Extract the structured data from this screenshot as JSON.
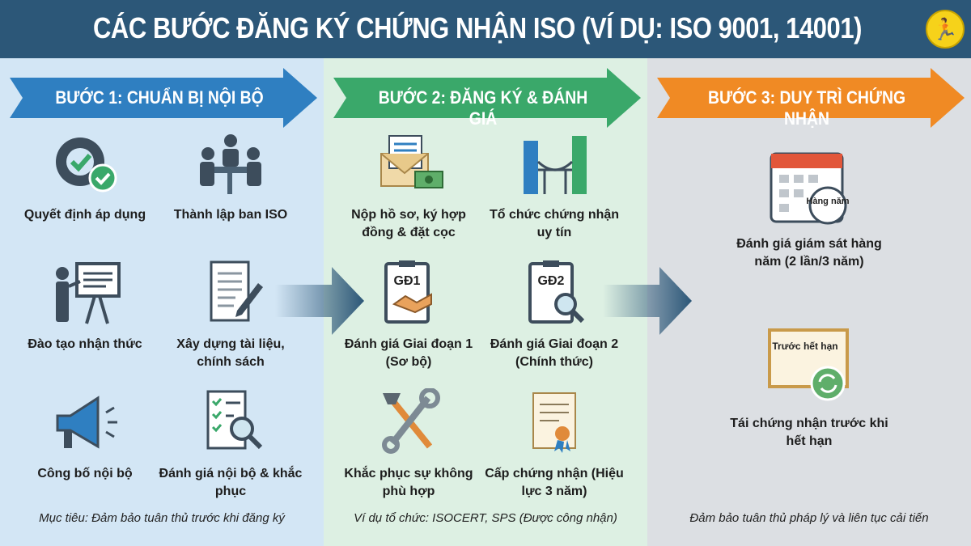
{
  "header": {
    "title": "CÁC BƯỚC ĐĂNG KÝ CHỨNG NHẬN ISO (VÍ DỤ: ISO 9001, 14001)",
    "logo_icon": "running-man-logo"
  },
  "colors": {
    "header": "#2c5778",
    "step1": "#2f7fc1",
    "step2": "#3aa86a",
    "step3": "#f08a24"
  },
  "steps": [
    {
      "title": "BƯỚC 1: CHUẨN BỊ NỘI BỘ",
      "items": [
        {
          "label": "Quyết định áp dụng",
          "icon": "gear-check-icon"
        },
        {
          "label": "Thành lập ban ISO",
          "icon": "meeting-icon"
        },
        {
          "label": "Đào tạo nhận thức",
          "icon": "presentation-icon"
        },
        {
          "label": "Xây dựng tài liệu, chính sách",
          "icon": "document-pen-icon"
        },
        {
          "label": "Công bố nội bộ",
          "icon": "megaphone-icon"
        },
        {
          "label": "Đánh giá nội bộ & khắc phục",
          "icon": "checklist-magnifier-icon"
        }
      ],
      "footer": "Mục tiêu: Đảm bảo tuân thủ trước khi đăng ký"
    },
    {
      "title": "BƯỚC 2: ĐĂNG KÝ & ĐÁNH GIÁ",
      "items": [
        {
          "label": "Nộp hồ sơ, ký hợp đồng & đặt cọc",
          "icon": "envelope-money-icon"
        },
        {
          "label": "Tổ chức chứng nhận uy tín",
          "icon": "buildings-bridge-icon"
        },
        {
          "label": "Đánh giá Giai đoạn 1 (Sơ bộ)",
          "icon": "clipboard-handshake-icon",
          "badge": "GĐ1"
        },
        {
          "label": "Đánh giá Giai đoạn 2 (Chính thức)",
          "icon": "clipboard-magnifier-icon",
          "badge": "GĐ2"
        },
        {
          "label": "Khắc phục sự không phù hợp",
          "icon": "tools-icon"
        },
        {
          "label": "Cấp chứng nhận (Hiệu lực 3 năm)",
          "icon": "certificate-icon"
        }
      ],
      "footer": "Ví dụ tổ chức: ISOCERT, SPS (Được công nhận)"
    },
    {
      "title": "BƯỚC 3: DUY TRÌ CHỨNG NHẬN",
      "items": [
        {
          "label": "Đánh giá giám sát hàng năm (2 lần/3 năm)",
          "icon": "calendar-icon",
          "badge": "Hàng năm"
        },
        {
          "label": "Tái chứng nhận trước khi hết hạn",
          "icon": "renew-certificate-icon",
          "badge": "Trước hết hạn"
        }
      ],
      "footer": "Đảm bảo tuân thủ pháp lý và liên tục cải tiến"
    }
  ]
}
